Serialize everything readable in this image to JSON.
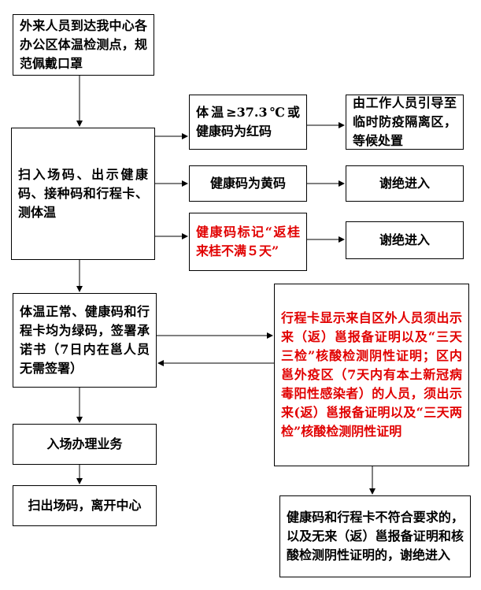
{
  "colors": {
    "line": "#000000",
    "highlight_text": "#e10000"
  },
  "nodes": {
    "arrival": "外来人员到达我中心各办公区体温检测点，规范佩戴口罩",
    "scan": "扫入场码、出示健康码、接种码和行程卡、测体温",
    "temp_red": "体温≥37.3℃或健康码为红码",
    "guide_isolation": "由工作人员引导至临时防疫隔离区，等候处置",
    "yellow_code": "健康码为黄码",
    "refuse_1": "谢绝进入",
    "gx_return": "健康码标记“返桂来桂不满５天”",
    "refuse_2": "谢绝进入",
    "all_green": "体温正常、健康码和行程卡均为绿码，签署承诺书（7日内在邕人员无需签署）",
    "out_of_region": "行程卡显示来自区外人员须出示来（返）邕报备证明以及“三天三检”核酸检测阴性证明；区内邕外疫区（7天内有本土新冠病毒阳性感染者）的人员，须出示来(返）邕报备证明以及“三天两检”核酸检测阴性证明",
    "handle_business": "入场办理业务",
    "exit_scan": "扫出场码，离开中心",
    "noncompliant_refuse": "健康码和行程卡不符合要求的，以及无来（返）邕报备证明和核酸检测阴性证明的，谢绝进入"
  }
}
